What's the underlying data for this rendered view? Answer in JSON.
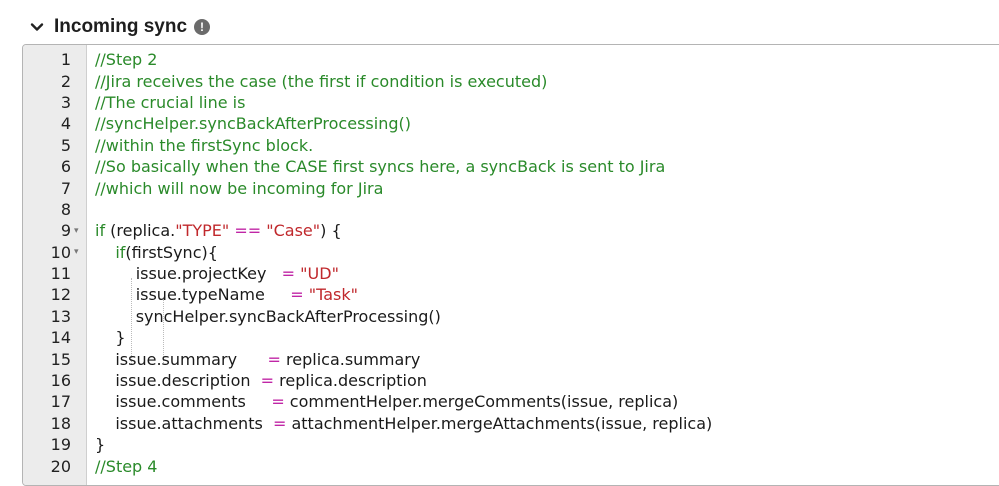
{
  "section": {
    "title": "Incoming sync",
    "warning_glyph": "!"
  },
  "editor": {
    "lines": [
      {
        "num": "1",
        "fold": false,
        "indent": "",
        "parts": [
          {
            "t": "//Step 2",
            "c": "comment"
          }
        ]
      },
      {
        "num": "2",
        "fold": false,
        "indent": "",
        "parts": [
          {
            "t": "//Jira receives the case (the first if condition is executed)",
            "c": "comment"
          }
        ]
      },
      {
        "num": "3",
        "fold": false,
        "indent": "",
        "parts": [
          {
            "t": "//The crucial line is",
            "c": "comment"
          }
        ]
      },
      {
        "num": "4",
        "fold": false,
        "indent": "",
        "parts": [
          {
            "t": "//syncHelper.syncBackAfterProcessing()",
            "c": "comment"
          }
        ]
      },
      {
        "num": "5",
        "fold": false,
        "indent": "",
        "parts": [
          {
            "t": "//within the firstSync block.",
            "c": "comment"
          }
        ]
      },
      {
        "num": "6",
        "fold": false,
        "indent": "",
        "parts": [
          {
            "t": "//So basically when the CASE first syncs here, a syncBack is sent to Jira",
            "c": "comment"
          }
        ]
      },
      {
        "num": "7",
        "fold": false,
        "indent": "",
        "parts": [
          {
            "t": "//which will now be incoming for Jira",
            "c": "comment"
          }
        ]
      },
      {
        "num": "8",
        "fold": false,
        "indent": "",
        "parts": []
      },
      {
        "num": "9",
        "fold": true,
        "indent": "",
        "parts": [
          {
            "t": "if",
            "c": "kw"
          },
          {
            "t": " (replica.",
            "c": ""
          },
          {
            "t": "\"TYPE\"",
            "c": "str"
          },
          {
            "t": " ",
            "c": ""
          },
          {
            "t": "==",
            "c": "op"
          },
          {
            "t": " ",
            "c": ""
          },
          {
            "t": "\"Case\"",
            "c": "str"
          },
          {
            "t": ") {",
            "c": ""
          }
        ]
      },
      {
        "num": "10",
        "fold": true,
        "indent": "    ",
        "parts": [
          {
            "t": "if",
            "c": "kw"
          },
          {
            "t": "(firstSync){",
            "c": ""
          }
        ]
      },
      {
        "num": "11",
        "fold": false,
        "indent": "        ",
        "parts": [
          {
            "t": "issue.projectKey   ",
            "c": ""
          },
          {
            "t": "=",
            "c": "op"
          },
          {
            "t": " ",
            "c": ""
          },
          {
            "t": "\"UD\"",
            "c": "str"
          }
        ]
      },
      {
        "num": "12",
        "fold": false,
        "indent": "        ",
        "parts": [
          {
            "t": "issue.typeName     ",
            "c": ""
          },
          {
            "t": "=",
            "c": "op"
          },
          {
            "t": " ",
            "c": ""
          },
          {
            "t": "\"Task\"",
            "c": "str"
          }
        ]
      },
      {
        "num": "13",
        "fold": false,
        "indent": "        ",
        "parts": [
          {
            "t": "syncHelper.syncBackAfterProcessing()",
            "c": ""
          }
        ]
      },
      {
        "num": "14",
        "fold": false,
        "indent": "    ",
        "parts": [
          {
            "t": "}",
            "c": ""
          }
        ]
      },
      {
        "num": "15",
        "fold": false,
        "indent": "    ",
        "parts": [
          {
            "t": "issue.summary      ",
            "c": ""
          },
          {
            "t": "=",
            "c": "op"
          },
          {
            "t": " replica.summary",
            "c": ""
          }
        ]
      },
      {
        "num": "16",
        "fold": false,
        "indent": "    ",
        "parts": [
          {
            "t": "issue.description  ",
            "c": ""
          },
          {
            "t": "=",
            "c": "op"
          },
          {
            "t": " replica.description",
            "c": ""
          }
        ]
      },
      {
        "num": "17",
        "fold": false,
        "indent": "    ",
        "parts": [
          {
            "t": "issue.comments     ",
            "c": ""
          },
          {
            "t": "=",
            "c": "op"
          },
          {
            "t": " commentHelper.mergeComments(issue, replica)",
            "c": ""
          }
        ]
      },
      {
        "num": "18",
        "fold": false,
        "indent": "    ",
        "parts": [
          {
            "t": "issue.attachments  ",
            "c": ""
          },
          {
            "t": "=",
            "c": "op"
          },
          {
            "t": " attachmentHelper.mergeAttachments(issue, replica)",
            "c": ""
          }
        ]
      },
      {
        "num": "19",
        "fold": false,
        "indent": "",
        "parts": [
          {
            "t": "}",
            "c": ""
          }
        ]
      },
      {
        "num": "20",
        "fold": false,
        "indent": "",
        "parts": [
          {
            "t": "//Step 4",
            "c": "comment"
          }
        ]
      }
    ]
  },
  "colors": {
    "comment": "#2a8a2a",
    "keyword": "#2a8a2a",
    "string": "#c0282c",
    "operator": "#c026a6",
    "gutter_bg": "#ececec"
  }
}
